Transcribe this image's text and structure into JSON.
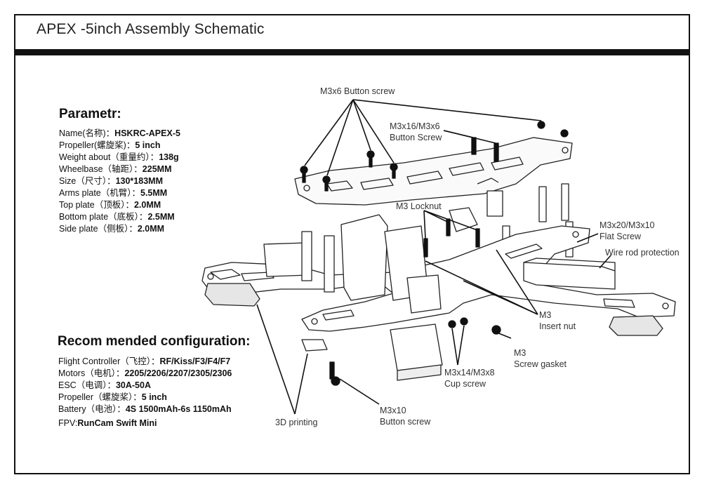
{
  "title": "APEX -5inch  Assembly Schematic",
  "parameters": {
    "heading": "Parametr:",
    "rows": [
      {
        "label": "Name(名称)：",
        "value": "HSKRC-APEX-5"
      },
      {
        "label": "Propeller(螺旋桨)：",
        "value": "5 inch"
      },
      {
        "label": "Weight about（重量约）：",
        "value": "138g"
      },
      {
        "label": "Wheelbase（轴距）：",
        "value": "225MM"
      },
      {
        "label": "Size（尺寸）：",
        "value": "130*183MM"
      },
      {
        "label": "Arms plate（机臂）：",
        "value": "5.5MM"
      },
      {
        "label": "Top plate（顶板）：",
        "value": "2.0MM"
      },
      {
        "label": "Bottom plate（底板）：",
        "value": "2.5MM"
      },
      {
        "label": "Side plate（侧板）：",
        "value": "2.0MM"
      }
    ]
  },
  "configuration": {
    "heading": "Recom mended configuration:",
    "rows": [
      {
        "label": "Flight Controller（飞控）：",
        "value": "RF/Kiss/F3/F4/F7"
      },
      {
        "label": "Motors（电机）：",
        "value": "2205/2206/2207/2305/2306"
      },
      {
        "label": "ESC（电调）：",
        "value": "30A-50A"
      },
      {
        "label": "Propeller（螺旋桨）：",
        "value": "5 inch"
      },
      {
        "label": "Battery（电池）：",
        "value": "4S 1500mAh-6s 1150mAh"
      },
      {
        "label": "FPV:",
        "value": "RunCam Swift Mini"
      }
    ]
  },
  "callouts": {
    "m3x6_button": "M3x6 Button screw",
    "m3x16_line1": "M3x16/M3x6",
    "m3x16_line2": "Button Screw",
    "m3_locknut": "M3 Locknut",
    "m3x20_line1": "M3x20/M3x10",
    "m3x20_line2": "Flat Screw",
    "wire_rod": "Wire rod protection",
    "insert_nut_line1": "M3",
    "insert_nut_line2": "Insert nut",
    "gasket_line1": "M3",
    "gasket_line2": "Screw gasket",
    "cup_line1": "M3x14/M3x8",
    "cup_line2": "Cup screw",
    "m3x10_line1": "M3x10",
    "m3x10_line2": "Button screw",
    "printing": "3D printing"
  }
}
